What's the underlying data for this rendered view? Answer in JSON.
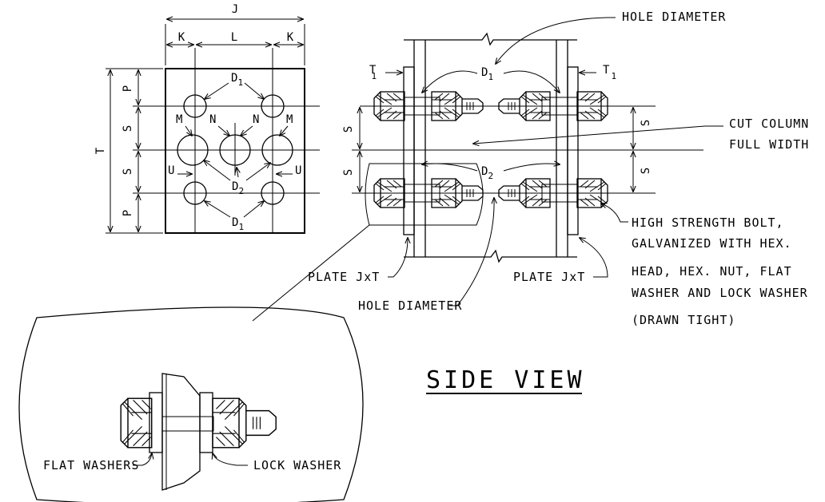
{
  "title": "SIDE VIEW",
  "dimensions": {
    "J": "J",
    "K": "K",
    "L": "L",
    "P": "P",
    "S": "S",
    "T": "T",
    "M": "M",
    "N": "N",
    "U": "U",
    "D": "D",
    "sub1": "1",
    "sub2": "2"
  },
  "callouts": {
    "hole_diameter_top": "HOLE DIAMETER",
    "hole_diameter_bottom": "HOLE DIAMETER",
    "cut_column": [
      "CUT COLUMN",
      "FULL WIDTH"
    ],
    "bolt_note": [
      "HIGH STRENGTH BOLT,",
      "GALVANIZED WITH HEX.",
      "HEAD, HEX. NUT, FLAT",
      "WASHER AND LOCK WASHER",
      "(DRAWN TIGHT)"
    ],
    "plate_left": "PLATE JxT",
    "plate_right": "PLATE JxT",
    "flat_washers": "FLAT WASHERS",
    "lock_washer": "LOCK WASHER"
  }
}
